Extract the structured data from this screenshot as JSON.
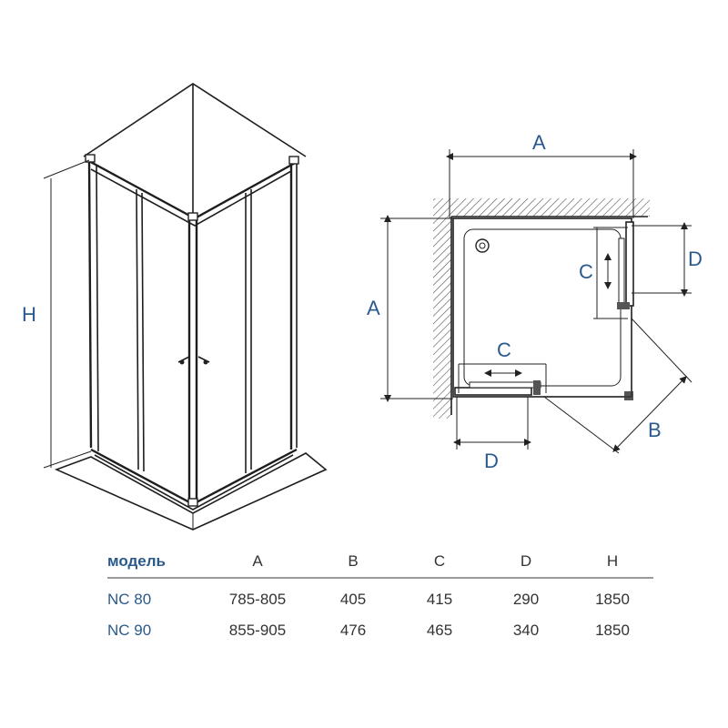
{
  "iso_view": {
    "height_label": "H"
  },
  "plan_view": {
    "width_label_top": "A",
    "width_label_left": "A",
    "door_label_B": "B",
    "gap_label_right": "C",
    "gap_label_bottom": "C",
    "panel_label_right": "D",
    "panel_label_bottom": "D"
  },
  "spec_table": {
    "columns": [
      "модель",
      "A",
      "B",
      "C",
      "D",
      "H"
    ],
    "rows": [
      [
        "NC 80",
        "785-805",
        "405",
        "415",
        "290",
        "1850"
      ],
      [
        "NC 90",
        "855-905",
        "476",
        "465",
        "340",
        "1850"
      ]
    ]
  }
}
